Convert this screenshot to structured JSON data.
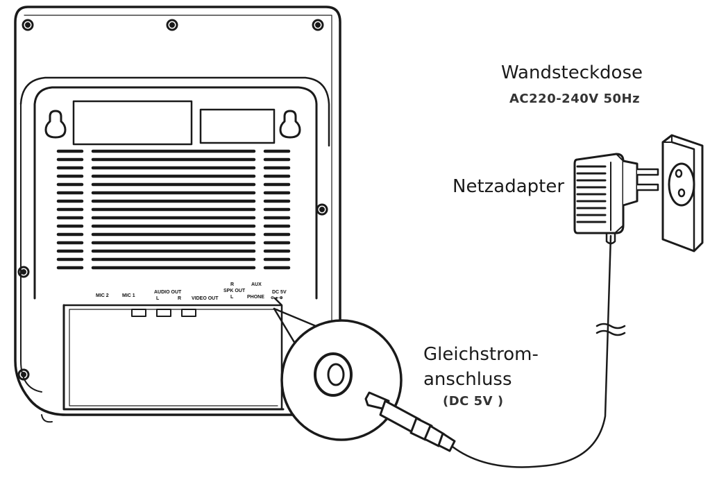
{
  "labels": {
    "wall_socket": "Wandsteckdose",
    "wall_socket_spec": "AC220-240V 50Hz",
    "adapter": "Netzadapter",
    "dc_jack_line1": "Gleichstrom-",
    "dc_jack_line2": "anschluss",
    "dc_jack_spec": "(DC 5V )"
  },
  "ports": {
    "mic2": "MIC 2",
    "mic1": "MIC 1",
    "audio_out": "AUDIO OUT",
    "audio_l": "L",
    "audio_r": "R",
    "video_out": "VIDEO OUT",
    "spk_r": "R",
    "spk_out": "SPK OUT",
    "spk_l": "L",
    "aux": "AUX",
    "phone": "PHONE",
    "dc5v": "DC 5V",
    "dc_polarity": "⊖-●-⊕"
  },
  "colors": {
    "line": "#1a1a1a",
    "background": "#ffffff"
  }
}
